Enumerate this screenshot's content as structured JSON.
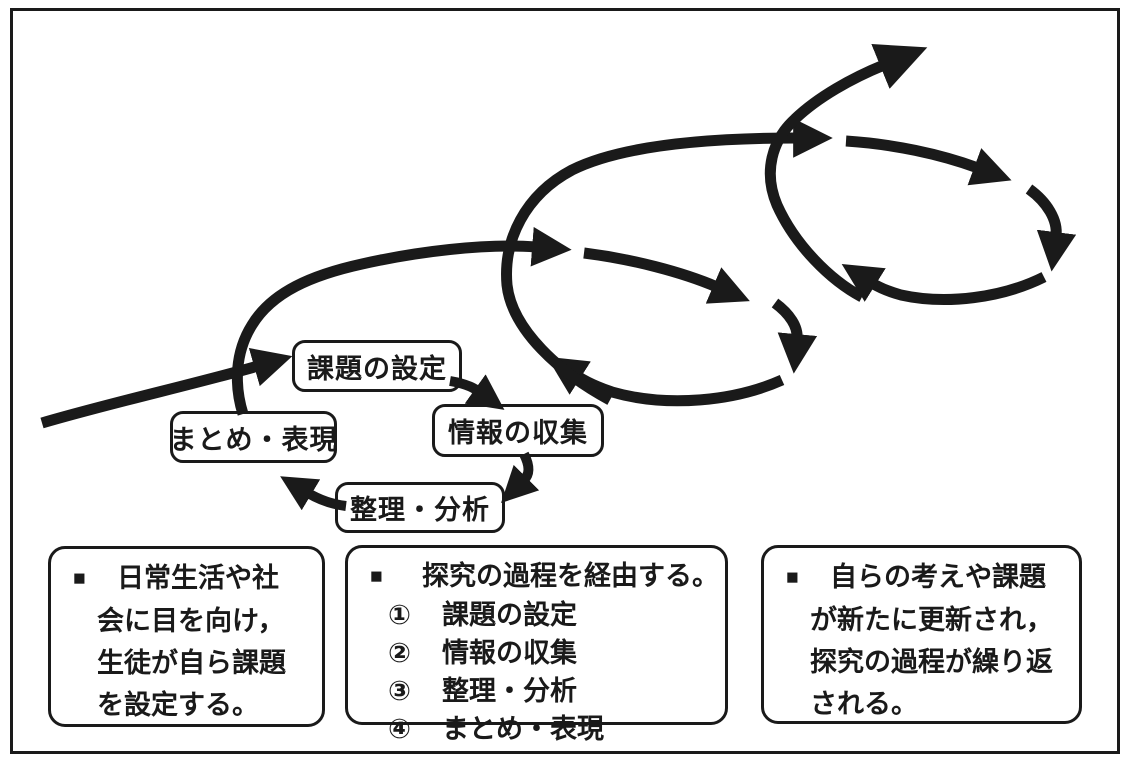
{
  "colors": {
    "ink": "#1a1a1a",
    "paper": "#ffffff"
  },
  "cycle": [
    {
      "label": "課題の設定"
    },
    {
      "label": "情報の収集"
    },
    {
      "label": "整理・分析"
    },
    {
      "label": "まとめ・表現"
    }
  ],
  "notes": {
    "left": {
      "bullet": "■",
      "lines": [
        "日常生活や社",
        "会に目を向け，",
        "生徒が自ら課題",
        "を設定する。"
      ]
    },
    "center": {
      "bullet": "■",
      "heading": "探究の過程を経由する。",
      "items": [
        {
          "num": "①",
          "text": "課題の設定"
        },
        {
          "num": "②",
          "text": "情報の収集"
        },
        {
          "num": "③",
          "text": "整理・分析"
        },
        {
          "num": "④",
          "text": "まとめ・表現"
        }
      ]
    },
    "right": {
      "bullet": "■",
      "lines": [
        "自らの考えや課題",
        "が新たに更新され，",
        "探究の過程が繰り返",
        "される。"
      ]
    }
  }
}
